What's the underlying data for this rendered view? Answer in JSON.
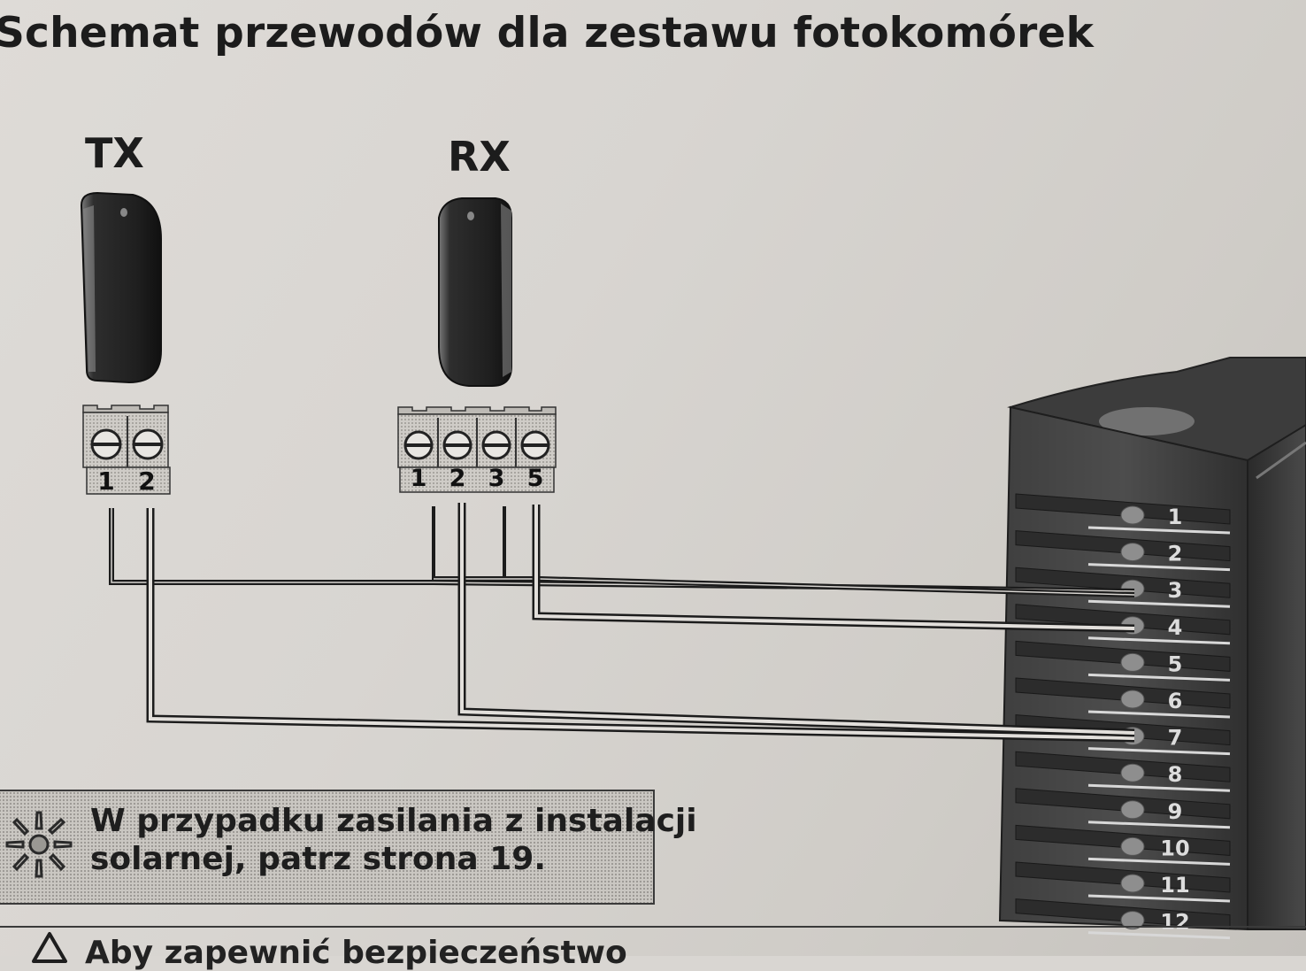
{
  "title": "Schemat przewodów dla zestawu fotokomórek",
  "tx": {
    "label": "TX",
    "terminals": [
      "1",
      "2"
    ]
  },
  "rx": {
    "label": "RX",
    "terminals": [
      "1",
      "2",
      "3",
      "5"
    ]
  },
  "controller": {
    "terminals": [
      "1",
      "2",
      "3",
      "4",
      "5",
      "6",
      "7",
      "8",
      "9",
      "10",
      "11",
      "12"
    ]
  },
  "info": {
    "icon": "sun-icon",
    "line1": "W przypadku zasilania z instalacji",
    "line2": "solarnej, patrz strona 19."
  },
  "footer": {
    "icon": "warning-icon",
    "text": "Aby zapewnić bezpieczeństwo"
  }
}
